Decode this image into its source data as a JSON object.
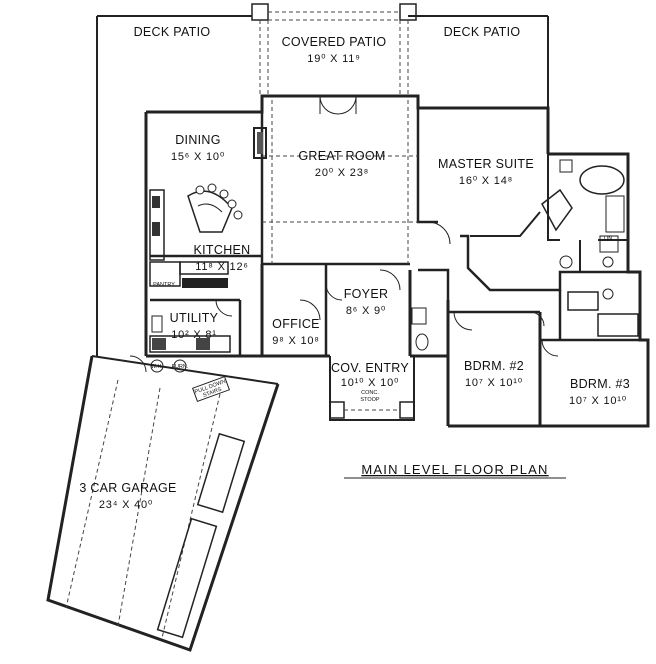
{
  "plan": {
    "caption": "MAIN LEVEL FLOOR PLAN",
    "rooms": {
      "deck_patio_left": {
        "name": "DECK PATIO"
      },
      "covered_patio": {
        "name": "COVERED PATIO",
        "dim": "19⁰ X 11⁹"
      },
      "deck_patio_right": {
        "name": "DECK PATIO"
      },
      "dining": {
        "name": "DINING",
        "dim": "15⁶ X 10⁰"
      },
      "great_room": {
        "name": "GREAT ROOM",
        "dim": "20⁰ X 23⁸"
      },
      "master_suite": {
        "name": "MASTER SUITE",
        "dim": "16⁰ X 14⁸"
      },
      "kitchen": {
        "name": "KITCHEN",
        "dim": "11⁸ X 12⁶"
      },
      "foyer": {
        "name": "FOYER",
        "dim": "8⁶ X 9⁰"
      },
      "utility": {
        "name": "UTILITY",
        "dim": "10² X 8¹"
      },
      "office": {
        "name": "OFFICE",
        "dim": "9⁸ X 10⁸"
      },
      "cov_entry": {
        "name": "COV. ENTRY",
        "dim": "10¹⁰ X 10⁰",
        "note": "CONC.",
        "note2": "STOOP"
      },
      "bdrm2": {
        "name": "BDRM. #2",
        "dim": "10⁷ X 10¹⁰"
      },
      "bdrm3": {
        "name": "BDRM. #3",
        "dim": "10⁷ X 10¹⁰"
      },
      "garage": {
        "name": "3 CAR GARAGE",
        "dim": "23⁴ X 40⁰"
      }
    },
    "small_labels": {
      "pantry": "PANTRY",
      "wh": "W.H.",
      "furn": "FURN.",
      "pull_down": "PULL DOWN",
      "stairs": "STAIRS",
      "lin": "LIN"
    }
  }
}
